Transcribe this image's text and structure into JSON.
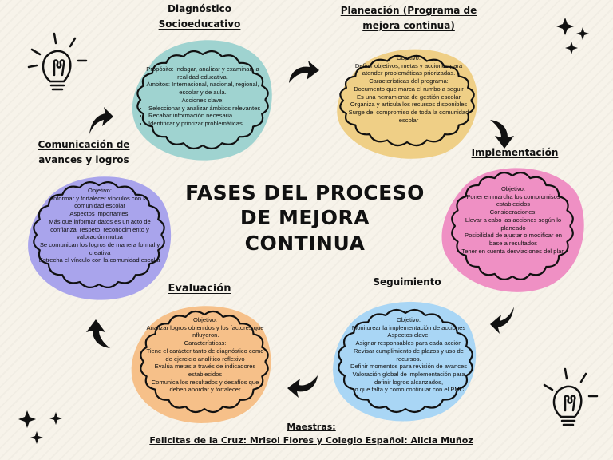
{
  "title_lines": [
    "FASES DEL PROCESO",
    "DE MEJORA",
    "CONTINUA"
  ],
  "phases": [
    {
      "title_lines": [
        "Diagnóstico",
        "Socioeducativo"
      ],
      "color": "#9fd3d0",
      "lines": [
        "Propósito: Indagar, analizar y examinar, la realidad educativa.",
        "Ámbitos: Internacional, nacional, regional, escolar y de aula.",
        "Acciones clave:"
      ],
      "bullets": [
        "Seleccionar y analizar ámbitos relevantes",
        "Recabar información necesaria",
        "Identificar y priorizar problemáticas"
      ]
    },
    {
      "title_lines": [
        "Planeación (Programa de",
        "mejora continua)"
      ],
      "color": "#efcf86",
      "lines": [
        "Objetivo:",
        "Definir objetivos, metas y acciones para atender problemáticas priorizadas.",
        "Características del programa:",
        "Documento que marca el rumbo a seguir",
        "Es una herramienta de gestión escolar",
        "Organiza y articula los recursos disponibles",
        "Surge del compromiso de toda la comunidad escolar"
      ]
    },
    {
      "title_lines": [
        "Implementación"
      ],
      "color": "#ef90c4",
      "lines": [
        "Objetivo:",
        "Poner en marcha los compromisos establecidos",
        "Consideraciones:",
        "Llevar a cabo las acciones según lo planeado",
        "Posibilidad de ajustar o modificar en base a resultados",
        "Tener en cuenta desviaciones del plan"
      ]
    },
    {
      "title_lines": [
        "Seguimiento"
      ],
      "color": "#a9d6f5",
      "lines": [
        "Objetivo:",
        "Monitorear la implementación de acciones",
        "Aspectos clave:",
        "Asignar responsables para cada acción",
        "Revisar cumplimiento de plazos y uso de recursos.",
        "Definir momentos para revisión de avances",
        "Valoración global de implementación para definir logros alcanzados,",
        "lo que falta y como continuar con el PMC"
      ]
    },
    {
      "title_lines": [
        "Evaluación"
      ],
      "color": "#f6c089",
      "lines": [
        "Objetivo:",
        "Analizar logros obtenidos y los factores que influyeron.",
        "Características:",
        "Tiene el carácter tanto de diagnóstico como de ejercicio analítico reflexivo",
        "Evalúa metas a través de indicadores establecidos",
        "Comunica los resultados y desafíos que deben abordar y fortalecer"
      ]
    },
    {
      "title_lines": [
        "Comunicación de",
        "avances y logros"
      ],
      "color": "#a9a4ec",
      "lines": [
        "Objetivo:",
        "Informar y fortalecer vínculos con la comunidad escolar",
        "Aspectos importantes:",
        "Más que informar datos es un acto de confianza, respeto, reconocimiento y valoración mutua",
        "Se comunican los logros de manera formal y creativa",
        "Estrecha el vínculo con la comunidad escolar"
      ]
    }
  ],
  "credits": {
    "label": "Maestras:",
    "names": "Felicitas de la Cruz: Mrisol Flores y Colegio Español: Alicia Muñoz"
  }
}
